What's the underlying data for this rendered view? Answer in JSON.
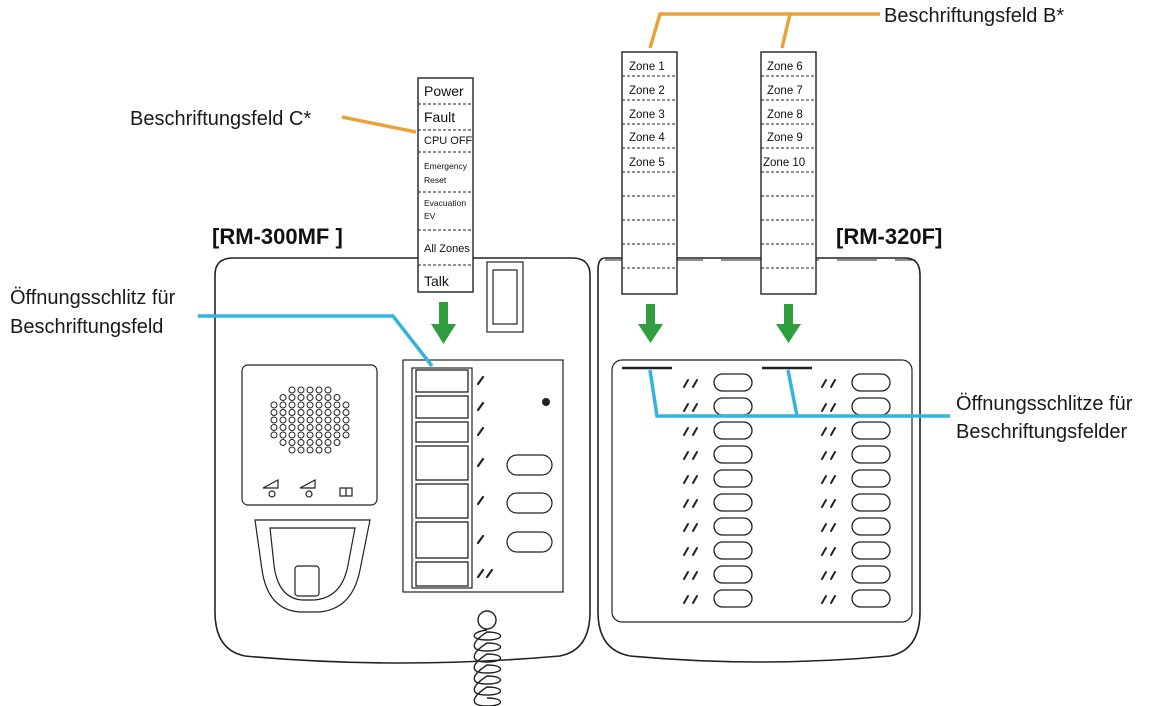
{
  "labels": {
    "label_field_b": "Beschriftungsfeld B*",
    "label_field_c": "Beschriftungsfeld C*",
    "slot_left_line1": "Öffnungsschlitz für",
    "slot_left_line2": "Beschriftungsfeld",
    "slot_right_line1": "Öffnungsschlitze für",
    "slot_right_line2": "Beschriftungsfelder"
  },
  "models": {
    "left": "[RM-300MF ]",
    "right": "[RM-320F]"
  },
  "strip_c": [
    "Power",
    "Fault",
    "CPU OFF",
    "Emergency",
    "Reset",
    "Evacuation",
    "EV",
    "All Zones",
    "Talk"
  ],
  "strip_b_left": [
    "Zone 1",
    "Zone 2",
    "Zone 3",
    "Zone 4",
    "Zone 5"
  ],
  "strip_b_right": [
    "Zone 6",
    "Zone 7",
    "Zone 8",
    "Zone 9",
    "Zone 10"
  ],
  "colors": {
    "callout_orange": "#e8a33a",
    "callout_blue": "#34b4dc",
    "arrow_green": "#2e9e3e"
  }
}
